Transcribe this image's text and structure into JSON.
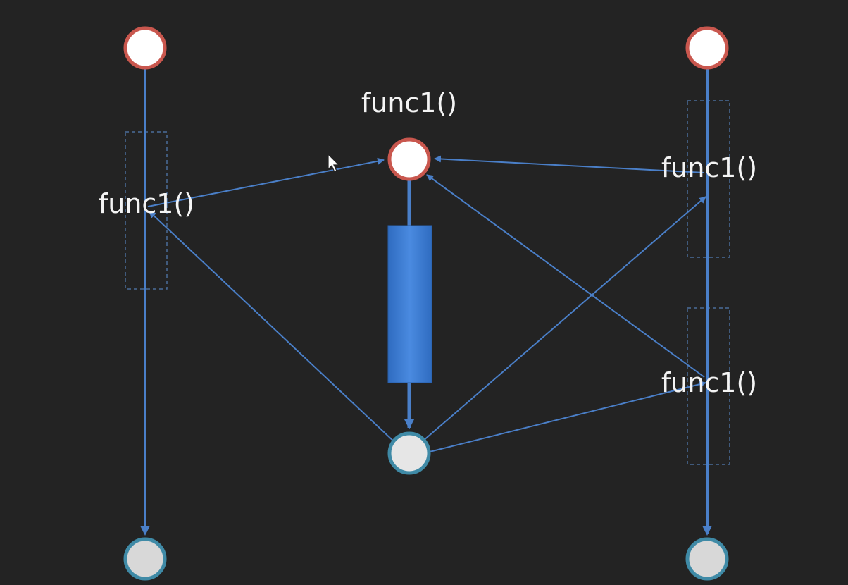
{
  "diagram": {
    "labels": {
      "center_top": "func1()",
      "left_mid": "func1()",
      "right_upper": "func1()",
      "right_lower": "func1()"
    }
  },
  "colors": {
    "background": "#232323",
    "line_blue": "#4a7fc8",
    "start_node_border": "#c9574e",
    "start_node_fill": "#ffffff",
    "end_node_border": "#3f8aa6",
    "end_node_fill": "#e6e6e6",
    "block_fill": "#3d7bd0"
  }
}
